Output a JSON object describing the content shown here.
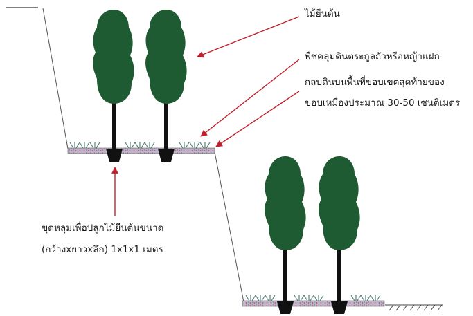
{
  "annotations": {
    "trees": "ไม้ยืนต้น",
    "ground_cover": "พืชคลุมดินตระกูลถั่วหรือหญ้าแฝก",
    "bank_trim_line1": "กลบดินบนพื้นที่ขอบเขตสุดท้ายของ",
    "bank_trim_line2": "ขอบเหมืองประมาณ 30-50 เซนติเมตร",
    "pit_line1": "ขุดหลุมเพื่อปลูกไม้ยืนต้นขนาด",
    "pit_line2": "(กว้างxยาวxลึก) 1x1x1 เมตร"
  },
  "colors": {
    "tree_canopy": "#1e5a32",
    "trunk": "#111111",
    "arrow": "#c0202c",
    "soil": "#b9b3c6",
    "soil_dots": "#c05060",
    "slope_line": "#555555",
    "grass": "#4a7a72"
  }
}
